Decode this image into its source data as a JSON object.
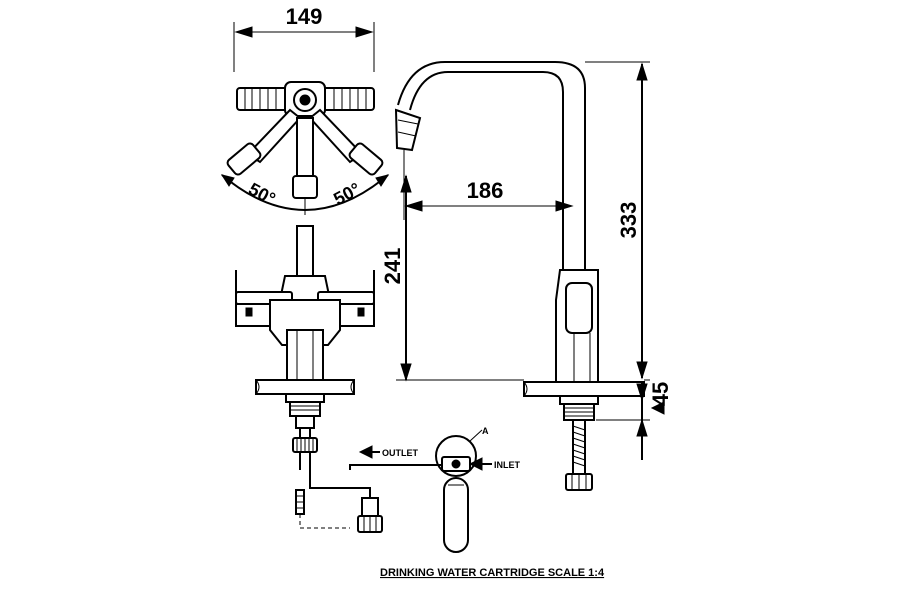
{
  "dimensions": {
    "top_width": "149",
    "reach": "186",
    "spout_height": "241",
    "overall_height": "333",
    "below_deck": "45"
  },
  "angles": {
    "left": "50°",
    "right": "50°"
  },
  "labels": {
    "outlet": "OUTLET",
    "inlet": "INLET",
    "detail": "A",
    "caption": "DRINKING WATER CARTRIDGE SCALE 1:4"
  }
}
